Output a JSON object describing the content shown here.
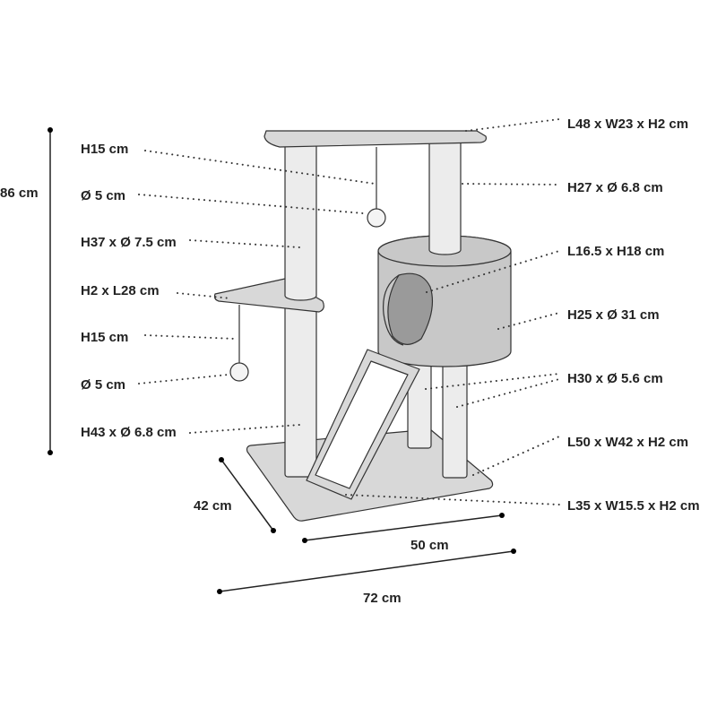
{
  "left_labels": [
    "H15 cm",
    "Ø 5 cm",
    "H37 x Ø 7.5 cm",
    "H2 x L28 cm",
    "H15 cm",
    "Ø 5 cm",
    "H43 x Ø 6.8 cm"
  ],
  "right_labels": [
    "L48 x W23 x H2 cm",
    "H27 x Ø 6.8 cm",
    "L16.5 x H18 cm",
    "H25 x Ø 31 cm",
    "H30 x Ø 5.6 cm",
    "L50 x W42 x H2 cm",
    "L35 x W15.5 x H2 cm"
  ],
  "dimensions": {
    "height": "86 cm",
    "depth": "42 cm",
    "width": "50 cm",
    "total_width": "72 cm"
  },
  "colors": {
    "post": "#ececec",
    "platform": "#d8d8d8",
    "cylinder": "#c8c8c8",
    "hole": "#9a9a9a"
  }
}
